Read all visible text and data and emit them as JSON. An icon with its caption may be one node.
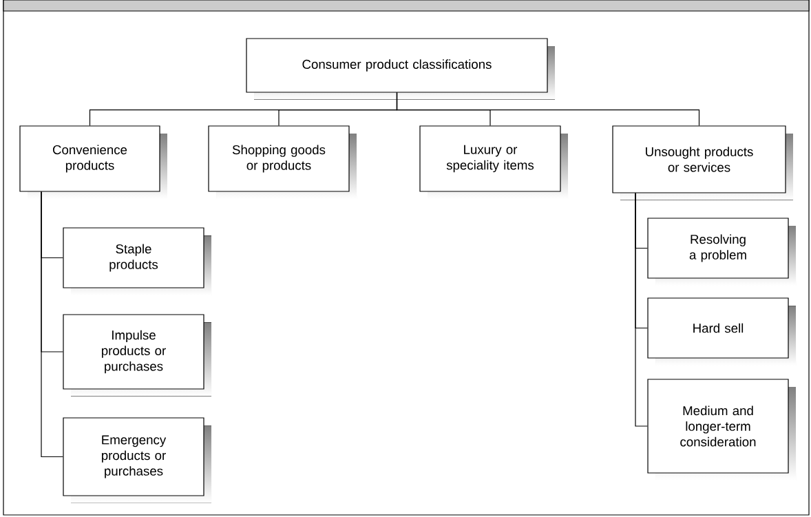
{
  "diagram": {
    "nodes": [
      {
        "text": [
          "Consumer product classifications"
        ]
      },
      {
        "text": [
          "Convenience products"
        ]
      },
      {
        "text": [
          "Shopping goods or products"
        ]
      },
      {
        "text": [
          "Luxury or speciality items"
        ]
      },
      {
        "text": [
          "Unsought products or services"
        ]
      },
      {
        "text": [
          "Staple products"
        ]
      },
      {
        "text": [
          "Impulse products or purchases"
        ]
      },
      {
        "text": [
          "Emergency products or purchases"
        ]
      },
      {
        "text": [
          "Resolving a problem"
        ]
      },
      {
        "text": [
          "Hard sell"
        ]
      },
      {
        "text": [
          "Medium and longer-term consideration"
        ]
      }
    ],
    "edges": [
      {
        "from": 0,
        "to": 1,
        "arrow": "none"
      },
      {
        "from": 0,
        "to": 2,
        "arrow": "none"
      },
      {
        "from": 0,
        "to": 3,
        "arrow": "none"
      },
      {
        "from": 0,
        "to": 4,
        "arrow": "none"
      },
      {
        "from": 1,
        "to": 5,
        "arrow": "none"
      },
      {
        "from": 1,
        "to": 6,
        "arrow": "none"
      },
      {
        "from": 1,
        "to": 7,
        "arrow": "none"
      },
      {
        "from": 4,
        "to": 8,
        "arrow": "none"
      },
      {
        "from": 4,
        "to": 9,
        "arrow": "none"
      },
      {
        "from": 4,
        "to": 10,
        "arrow": "none"
      }
    ]
  }
}
